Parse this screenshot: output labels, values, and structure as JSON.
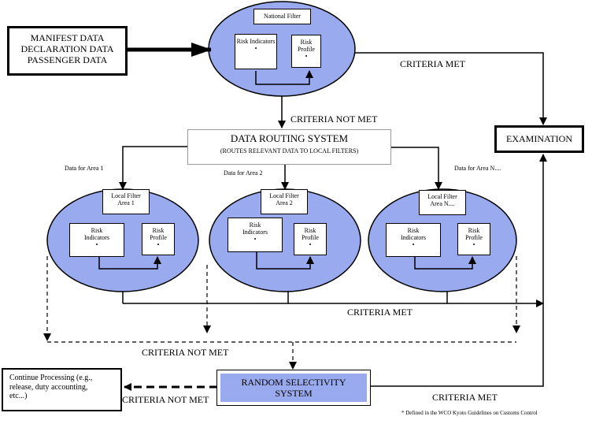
{
  "input_box": {
    "line1": "MANIFEST DATA",
    "line2": "DECLARATION DATA",
    "line3": "PASSENGER DATA"
  },
  "national_filter": {
    "title": "National Filter",
    "risk_indicators": "Risk Indicators",
    "risk_profile": "Risk Profile",
    "marker": "•"
  },
  "routing": {
    "title": "DATA ROUTING SYSTEM",
    "subtitle": "(ROUTES RELEVANT DATA TO LOCAL FILTERS)"
  },
  "area_labels": [
    "Data for Area 1",
    "Data for Area 2",
    "Data for Area N...."
  ],
  "local_filters": [
    {
      "line1": "Local Filter",
      "line2": "Area 1",
      "risk_indicators": "Risk Indicators",
      "risk_profile": "Risk Profile"
    },
    {
      "line1": "Local Filter",
      "line2": "Area 2",
      "risk_indicators": "Risk Indicators",
      "risk_profile": "Risk Profile"
    },
    {
      "line1": "Local Filter",
      "line2": "Area N....",
      "risk_indicators": "Risk Indicators",
      "risk_profile": "Risk Profile"
    }
  ],
  "labels": {
    "criteria_met_top": "CRITERIA MET",
    "criteria_not_met_top": "CRITERIA  NOT MET",
    "criteria_met_mid": "CRITERIA MET",
    "criteria_not_met_mid": "CRITERIA NOT MET",
    "criteria_met_bottom": "CRITERIA MET",
    "criteria_not_met_bottom": "CRITERIA NOT MET"
  },
  "examination": "EXAMINATION",
  "random": {
    "line1": "RANDOM  SELECTIVITY",
    "line2": "SYSTEM"
  },
  "continue_box": {
    "line1": "Continue Processing (e.g.,",
    "line2": "release, duty accounting,",
    "line3": "etc...)"
  },
  "footnote": "* Defined in the WCO Kyoto Guidelines on Customs Control",
  "colors": {
    "ellipse_fill": "#99AAEE",
    "random_fill": "#99AAEE",
    "line": "#000000"
  }
}
